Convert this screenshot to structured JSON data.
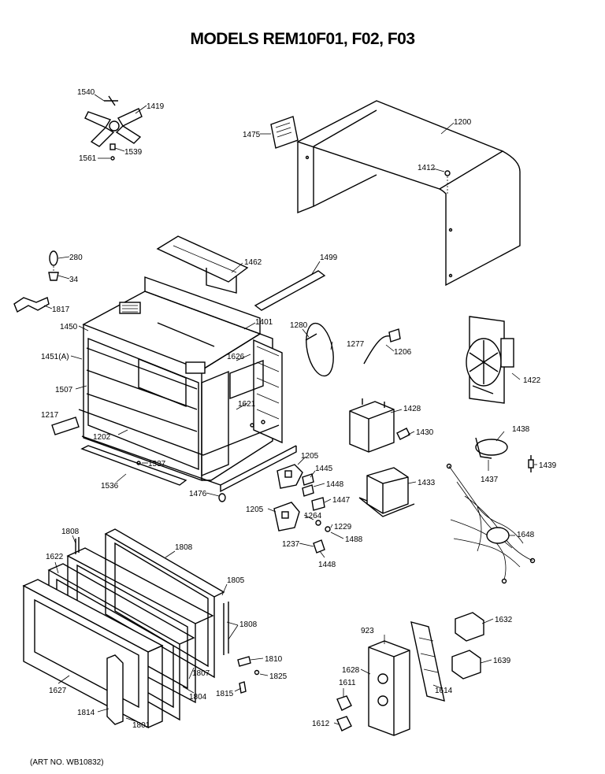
{
  "title": "MODELS REM10F01, F02, F03",
  "art_no": "(ART NO. WB10832)",
  "parts": {
    "p1540": "1540",
    "p1419": "1419",
    "p1561": "1561",
    "p1539": "1539",
    "p1475": "1475",
    "p1200": "1200",
    "p1412": "1412",
    "p280": "280",
    "p34": "34",
    "p1817": "1817",
    "p1462": "1462",
    "p1499": "1499",
    "p1450": "1450",
    "p1401": "1401",
    "p1451": "1451(A)",
    "p1626": "1626",
    "p1280": "1280",
    "p1277": "1277",
    "p1206": "1206",
    "p1422": "1422",
    "p1507": "1507",
    "p1621": "1621",
    "p1217": "1217",
    "p1202": "1202",
    "p1428": "1428",
    "p1430": "1430",
    "p1438": "1438",
    "p1537": "1537",
    "p1205a": "1205",
    "p1445": "1445",
    "p1448a": "1448",
    "p1433": "1433",
    "p1536": "1536",
    "p1476": "1476",
    "p1447": "1447",
    "p1439": "1439",
    "p1437": "1437",
    "p1205b": "1205",
    "p1264": "1264",
    "p1229": "1229",
    "p1488": "1488",
    "p1237": "1237",
    "p1448b": "1448",
    "p1648": "1648",
    "p1808a": "1808",
    "p1808b": "1808",
    "p1622": "1622",
    "p1805": "1805",
    "p1808c": "1808",
    "p923": "923",
    "p1632": "1632",
    "p1628": "1628",
    "p1810": "1810",
    "p1825": "1825",
    "p1639": "1639",
    "p1807": "1807",
    "p1627": "1627",
    "p1804": "1804",
    "p1815": "1815",
    "p1611": "1611",
    "p1614": "1614",
    "p1814": "1814",
    "p1801": "1801",
    "p1612": "1612"
  }
}
